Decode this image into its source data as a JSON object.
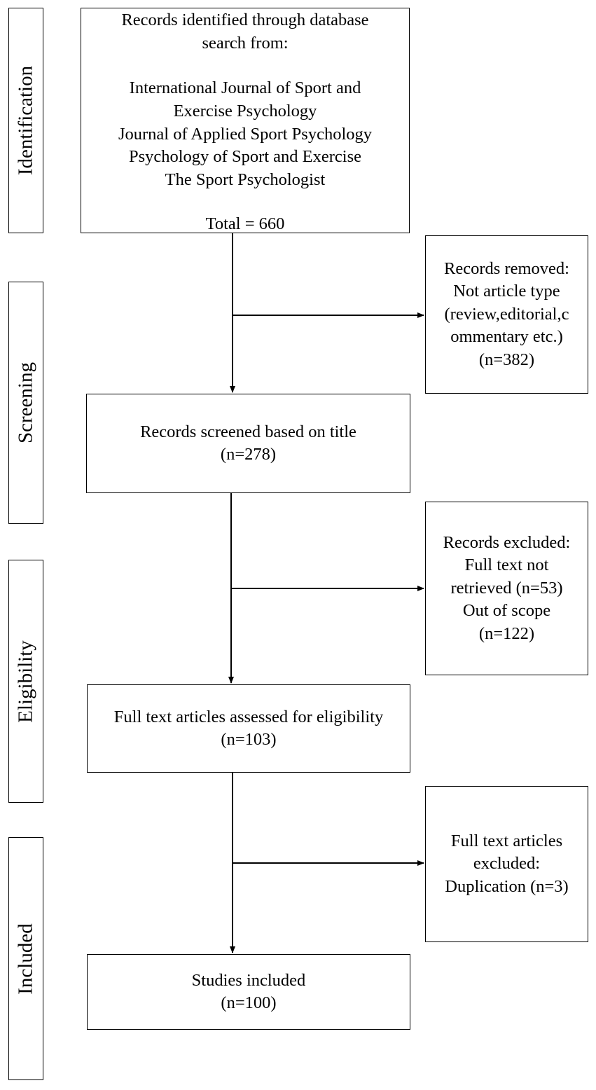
{
  "stages": {
    "identification": "Identification",
    "screening": "Screening",
    "eligibility": "Eligibility",
    "included": "Included"
  },
  "identified_box": {
    "line1": "Records identified through database",
    "line2": "search from:",
    "sources": [
      "International  Journal of Sport and",
      "Exercise Psychology",
      "Journal of Applied  Sport Psychology",
      "Psychology  of Sport and Exercise",
      "The Sport Psychologist"
    ],
    "total": "Total = 660"
  },
  "removed_box": {
    "lines": [
      "Records removed:",
      "Not article type",
      "(review,editorial,c",
      "ommentary etc.)",
      "(n=382)"
    ]
  },
  "screened_box": {
    "lines": [
      "Records screened  based on title",
      "(n=278)"
    ]
  },
  "excluded_box": {
    "lines": [
      "Records excluded:",
      "Full text not",
      "retrieved (n=53)",
      "Out of scope",
      "(n=122)"
    ]
  },
  "assessed_box": {
    "lines": [
      "Full text articles assessed for eligibility",
      "(n=103)"
    ]
  },
  "fulltext_excluded_box": {
    "lines": [
      "Full text articles",
      "excluded:",
      "Duplication (n=3)"
    ]
  },
  "included_box": {
    "lines": [
      "Studies included",
      "(n=100)"
    ]
  }
}
